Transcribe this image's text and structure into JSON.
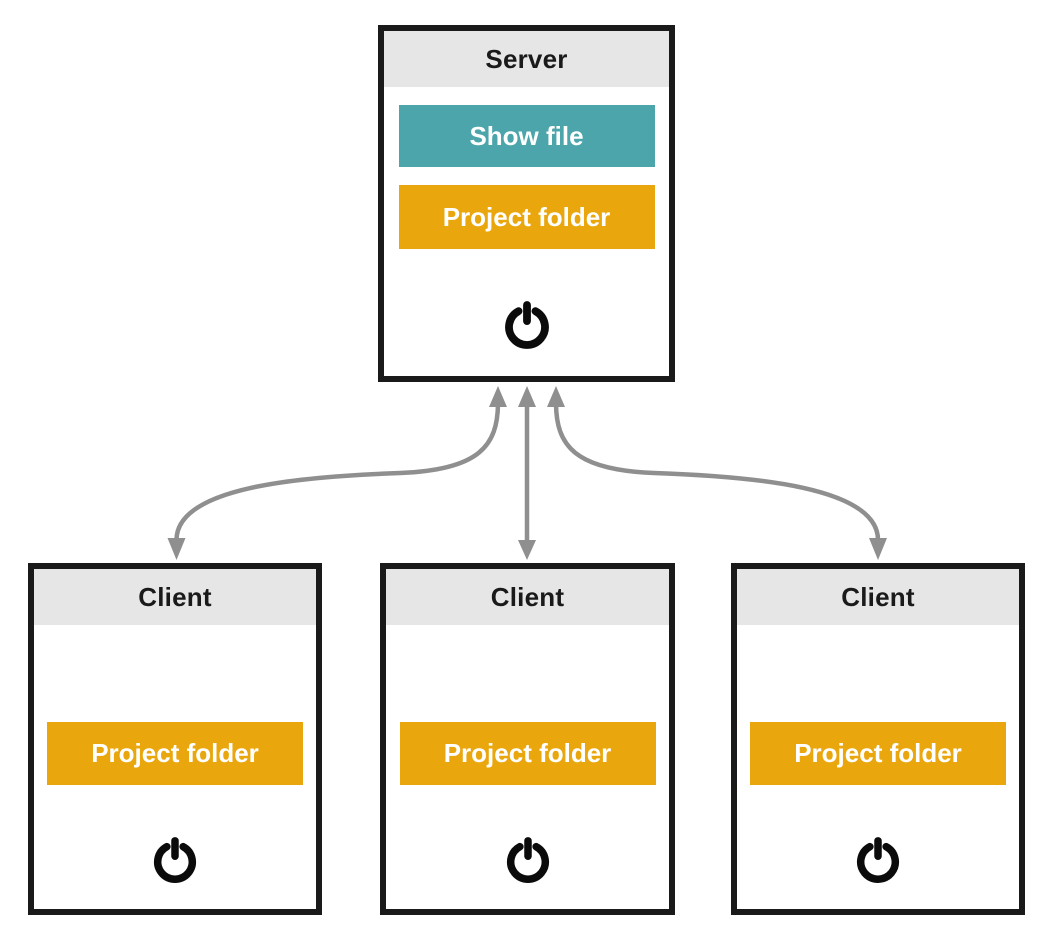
{
  "server": {
    "title": "Server",
    "show_file_label": "Show file",
    "project_folder_label": "Project folder",
    "power_icon": "power-icon"
  },
  "clients": [
    {
      "title": "Client",
      "project_folder_label": "Project folder",
      "power_icon": "power-icon"
    },
    {
      "title": "Client",
      "project_folder_label": "Project folder",
      "power_icon": "power-icon"
    },
    {
      "title": "Client",
      "project_folder_label": "Project folder",
      "power_icon": "power-icon"
    }
  ],
  "icons": {
    "power": "power-icon",
    "down_arrow": "down-arrow-icon"
  },
  "connections": [
    {
      "from": "server",
      "to": "client-1",
      "style": "curved",
      "direction": "bidirectional"
    },
    {
      "from": "server",
      "to": "client-2",
      "style": "straight",
      "direction": "bidirectional"
    },
    {
      "from": "server",
      "to": "client-3",
      "style": "curved",
      "direction": "bidirectional"
    },
    {
      "from": "show-file",
      "to": "project-folder",
      "style": "straight",
      "direction": "down"
    }
  ],
  "colors": {
    "teal": "#4BA5AA",
    "orange": "#E9A70D",
    "header_gray": "#E6E6E6",
    "border_black": "#1A1A1A",
    "arrow_gray": "#8F8F8F"
  }
}
